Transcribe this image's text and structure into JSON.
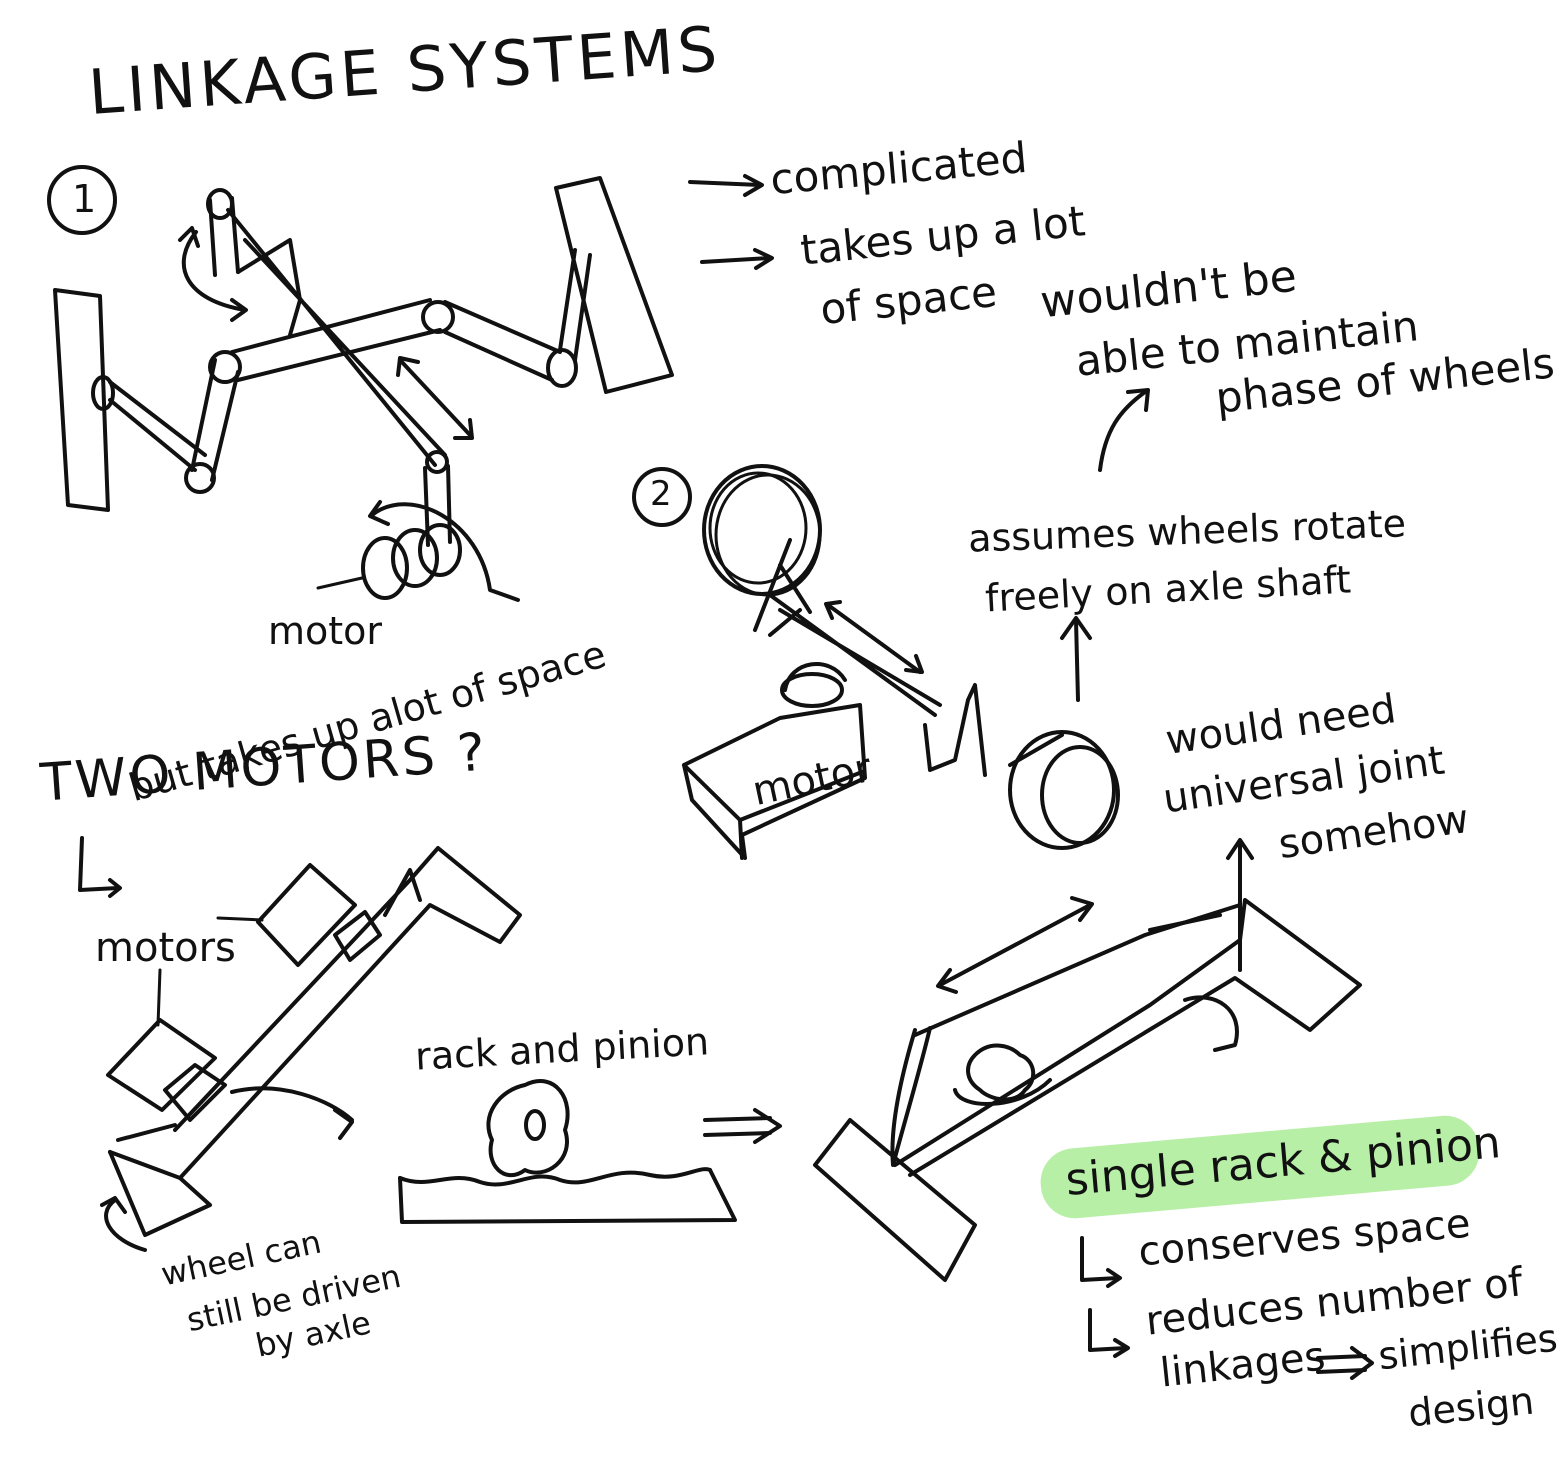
{
  "title": "LINKAGE SYSTEMS",
  "colors": {
    "ink": "#111111",
    "highlight": "#b8efa6"
  },
  "section1": {
    "number": "1",
    "notes": [
      "complicated",
      "takes up a lot",
      "of space"
    ],
    "motor_label": "motor"
  },
  "section2": {
    "number": "2",
    "phase_note": [
      "wouldn't be",
      "able to maintain",
      "phase of wheels"
    ],
    "axle_note": [
      "assumes wheels rotate",
      "freely on axle shaft"
    ],
    "motor_box_label": "motor",
    "joint_note": [
      "would need",
      "universal joint",
      "somehow"
    ]
  },
  "two_motors": {
    "heading": "TWO MOTORS ?",
    "sub_note": "but takes up alot of space",
    "motors_label": "motors",
    "wheel_note": [
      "wheel can",
      "still be driven",
      "by axle"
    ]
  },
  "rack": {
    "label": "rack and pinion"
  },
  "conclusion": {
    "heading": "single rack & pinion",
    "points": [
      "conserves space",
      "reduces number of"
    ],
    "linkages": "linkages",
    "result": [
      "simplifies",
      "design"
    ]
  }
}
